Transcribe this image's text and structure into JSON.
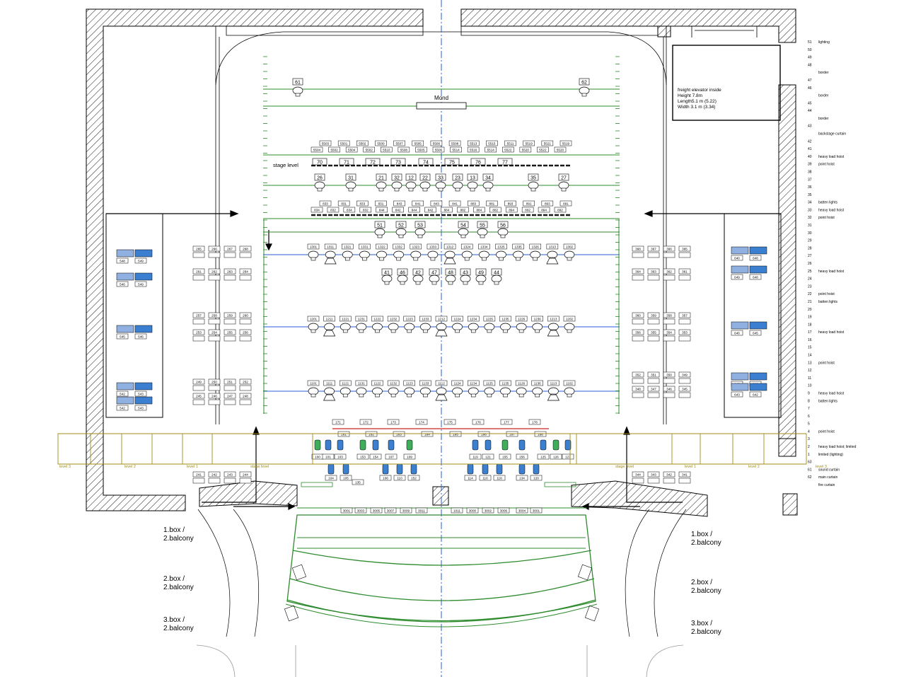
{
  "colors": {
    "batten": "#2a5bd7",
    "bar": "#2e8b2e",
    "wall": "#000000",
    "level": "#a08d1a",
    "fixture_blue": "#3a7fd0"
  },
  "labels": {
    "mond": "Mond",
    "stage_level": "stage level",
    "stage_level_small_left": "stage level",
    "stage_level_small_right": "stage level"
  },
  "elevator": {
    "title": "freight elevator inside",
    "height": "Height 7.8m",
    "length": "Length5.1 m (5.22)",
    "width": "Width   3.1 m (3.34)"
  },
  "boxes_left": [
    {
      "line1": "1.box /",
      "line2": "2.balcony"
    },
    {
      "line1": "2.box /",
      "line2": "2.balcony"
    },
    {
      "line1": "3.box /",
      "line2": "2.balcony"
    }
  ],
  "boxes_right": [
    {
      "line1": "1.box /",
      "line2": "2.balcony"
    },
    {
      "line1": "2.box /",
      "line2": "2.balcony"
    },
    {
      "line1": "3.box /",
      "line2": "2.balcony"
    }
  ],
  "levels_left": [
    "level 3",
    "level 2",
    "level 1"
  ],
  "levels_right": [
    "level 1",
    "level 2",
    "level 3"
  ],
  "legend": [
    {
      "num": "51",
      "text": "lighting"
    },
    {
      "num": "50",
      "text": ""
    },
    {
      "num": "49",
      "text": ""
    },
    {
      "num": "48",
      "text": ""
    },
    {
      "num": "",
      "text": "border"
    },
    {
      "num": "47",
      "text": ""
    },
    {
      "num": "46",
      "text": ""
    },
    {
      "num": "",
      "text": "border"
    },
    {
      "num": "45",
      "text": ""
    },
    {
      "num": "44",
      "text": ""
    },
    {
      "num": "",
      "text": "border"
    },
    {
      "num": "43",
      "text": ""
    },
    {
      "num": "",
      "text": "backstage curtain"
    },
    {
      "num": "42",
      "text": ""
    },
    {
      "num": "41",
      "text": ""
    },
    {
      "num": "40",
      "text": "heavy load hoist"
    },
    {
      "num": "39",
      "text": "point hoist"
    },
    {
      "num": "38",
      "text": ""
    },
    {
      "num": "37",
      "text": ""
    },
    {
      "num": "36",
      "text": ""
    },
    {
      "num": "35",
      "text": ""
    },
    {
      "num": "34",
      "text": "batten lights"
    },
    {
      "num": "33",
      "text": "heavy load hoist"
    },
    {
      "num": "32",
      "text": "point hoist"
    },
    {
      "num": "31",
      "text": ""
    },
    {
      "num": "30",
      "text": ""
    },
    {
      "num": "29",
      "text": ""
    },
    {
      "num": "28",
      "text": ""
    },
    {
      "num": "27",
      "text": ""
    },
    {
      "num": "26",
      "text": ""
    },
    {
      "num": "25",
      "text": "heavy load hoist"
    },
    {
      "num": "24",
      "text": ""
    },
    {
      "num": "23",
      "text": ""
    },
    {
      "num": "22",
      "text": "point hoist"
    },
    {
      "num": "21",
      "text": "batten lights"
    },
    {
      "num": "20",
      "text": ""
    },
    {
      "num": "19",
      "text": ""
    },
    {
      "num": "18",
      "text": ""
    },
    {
      "num": "17",
      "text": "heavy load hoist"
    },
    {
      "num": "16",
      "text": ""
    },
    {
      "num": "15",
      "text": ""
    },
    {
      "num": "14",
      "text": ""
    },
    {
      "num": "13",
      "text": "point hoist"
    },
    {
      "num": "12",
      "text": ""
    },
    {
      "num": "11",
      "text": ""
    },
    {
      "num": "10",
      "text": ""
    },
    {
      "num": "9",
      "text": "heavy load hoist"
    },
    {
      "num": "8",
      "text": "batten lights"
    },
    {
      "num": "7",
      "text": ""
    },
    {
      "num": "6",
      "text": ""
    },
    {
      "num": "5",
      "text": ""
    },
    {
      "num": "4",
      "text": "point hoist"
    },
    {
      "num": "3",
      "text": ""
    },
    {
      "num": "2",
      "text": "heavy load hoist; limited"
    },
    {
      "num": "1",
      "text": "limited (lighting)"
    },
    {
      "num": "63",
      "text": ""
    },
    {
      "num": "61",
      "text": "sound curtain"
    },
    {
      "num": "62",
      "text": "main curtain"
    },
    {
      "num": "",
      "text": "fire curtain"
    }
  ],
  "top_fixtures": [
    "61",
    "62"
  ],
  "number_row_1": [
    "70",
    "71",
    "72",
    "73",
    "74",
    "75",
    "76",
    "77"
  ],
  "number_row_2": [
    "26",
    "31",
    "21",
    "32",
    "12",
    "22",
    "33",
    "23",
    "13",
    "34",
    "35",
    "27"
  ],
  "number_row_3": [
    "51",
    "52",
    "53",
    "54",
    "55",
    "56"
  ],
  "number_row_4": [
    "41",
    "46",
    "42",
    "47",
    "48",
    "43",
    "49",
    "44"
  ],
  "small_row_a": [
    "5503",
    "5501",
    "5502",
    "5500",
    "5507",
    "5505",
    "5506",
    "5508",
    "5513",
    "5515",
    "5511",
    "5519",
    "5521",
    "5519"
  ],
  "small_row_b": [
    "5504",
    "5502",
    "5504",
    "5502",
    "5510",
    "5508",
    "5505",
    "5506",
    "5514",
    "5516",
    "5514",
    "5522",
    "5520",
    "5522",
    "5520"
  ],
  "small_row_c": [
    "833",
    "831",
    "833",
    "831",
    "843",
    "841",
    "843",
    "841",
    "883",
    "881",
    "893",
    "891",
    "893",
    "891"
  ],
  "small_row_d": [
    "834",
    "832",
    "834",
    "832",
    "844",
    "842",
    "844",
    "842",
    "884",
    "882",
    "884",
    "882",
    "894",
    "892",
    "894",
    "892"
  ],
  "batten_1": [
    "1301",
    "1311",
    "1321",
    "1331",
    "1322",
    "1332",
    "1323",
    "1333",
    "1312",
    "1324",
    "1334",
    "1325",
    "1335",
    "1326",
    "1313",
    "1302"
  ],
  "batten_2": [
    "1201",
    "1211",
    "1221",
    "1231",
    "1222",
    "1232",
    "1223",
    "1233",
    "1212",
    "1224",
    "1234",
    "1225",
    "1235",
    "1226",
    "1236",
    "1213",
    "1202"
  ],
  "batten_3": [
    "1101",
    "1111",
    "1121",
    "1131",
    "1122",
    "1132",
    "1123",
    "1133",
    "1112",
    "1124",
    "1134",
    "1125",
    "1135",
    "1126",
    "1136",
    "1113",
    "1102"
  ],
  "side_left_1": [
    "265",
    "266",
    "267",
    "268"
  ],
  "side_left_2": [
    "261",
    "262",
    "263",
    "264"
  ],
  "side_left_3": [
    "257",
    "258",
    "259",
    "260"
  ],
  "side_left_4": [
    "253",
    "254",
    "255",
    "256"
  ],
  "side_left_5": [
    "249",
    "250",
    "251",
    "252"
  ],
  "side_left_6": [
    "245",
    "246",
    "247",
    "248"
  ],
  "side_left_7": [
    "241",
    "242",
    "243",
    "244"
  ],
  "side_right_1": [
    "368",
    "367",
    "366",
    "365"
  ],
  "side_right_2": [
    "364",
    "363",
    "362",
    "361"
  ],
  "side_right_3": [
    "360",
    "359",
    "358",
    "357"
  ],
  "side_right_4": [
    "356",
    "355",
    "354",
    "353"
  ],
  "side_right_5": [
    "352",
    "351",
    "350",
    "349"
  ],
  "side_right_6": [
    "348",
    "347",
    "346",
    "345"
  ],
  "side_right_7": [
    "344",
    "343",
    "342",
    "341"
  ],
  "wing_left": [
    "548",
    "549",
    "546",
    "549",
    "545",
    "546",
    "542",
    "543",
    "542",
    "543"
  ],
  "wing_right": [
    "640",
    "648",
    "649",
    "648",
    "646",
    "645",
    "643",
    "642",
    "643",
    "642"
  ],
  "proscenium_row": [
    "171",
    "172",
    "173",
    "174",
    "175",
    "176",
    "177",
    "178"
  ],
  "proscenium_row_b": [
    "181",
    "182",
    "183",
    "184",
    "185",
    "186",
    "187",
    "188"
  ],
  "pit_row_a": [
    "100",
    "101",
    "103",
    "153",
    "154",
    "107",
    "109",
    "119",
    "121",
    "155",
    "156",
    "125",
    "126",
    "127"
  ],
  "pit_row_b": [
    "104",
    "105",
    "106",
    "110",
    "152",
    "114",
    "116",
    "118",
    "134",
    "120"
  ],
  "pit_row_c": [
    "135"
  ],
  "front_row": [
    "3001",
    "3003",
    "3005",
    "3007",
    "3009",
    "3011",
    "1011",
    "3000",
    "3002",
    "3006",
    "3004",
    "3001"
  ]
}
